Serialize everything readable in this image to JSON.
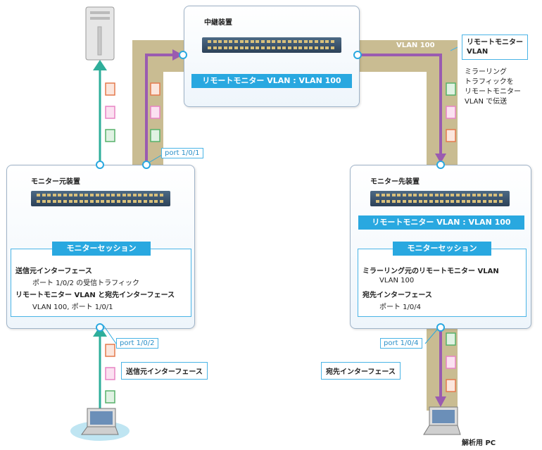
{
  "relay_device": {
    "title": "中継装置",
    "bar": "リモートモニター VLAN : VLAN 100"
  },
  "source_device": {
    "title": "モニター元装置",
    "session_title": "モニターセッション",
    "lines": [
      "送信元インターフェース",
      "ポート 1/0/2 の受信トラフィック",
      "リモートモニター VLAN と宛先インターフェース",
      "VLAN 100, ポート 1/0/1"
    ]
  },
  "dest_device": {
    "title": "モニター先装置",
    "bar": "リモートモニター VLAN : VLAN 100",
    "session_title": "モニターセッション",
    "lines": [
      "ミラーリング元のリモートモニター VLAN",
      "VLAN 100",
      "宛先インターフェース",
      "ポート 1/0/4"
    ]
  },
  "labels": {
    "vlan100": "VLAN 100",
    "remote_vlan_callout": "リモートモニター\nVLAN",
    "mirror_note": "ミラーリング\nトラフィックを\nリモートモニター\nVLAN で伝送",
    "port_101": "port 1/0/1",
    "port_102": "port 1/0/2",
    "port_104": "port 1/0/4",
    "src_if": "送信元インターフェース",
    "dst_if": "宛先インターフェース",
    "analysis_pc": "解析用 PC"
  },
  "colors": {
    "teal": "#2eae9a",
    "purple": "#9a5bb0",
    "vlan_band": "#c9bc92",
    "accent": "#29a8e0",
    "packet_red": "#e47a4d",
    "packet_pink": "#e884c4",
    "packet_green": "#57b16a"
  }
}
